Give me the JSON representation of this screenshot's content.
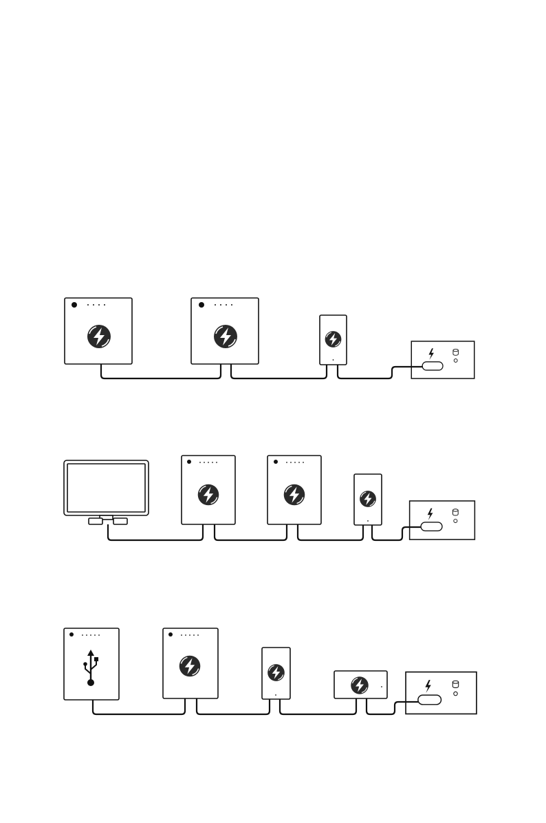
{
  "page": {
    "background": "#ffffff",
    "ink": "#111111"
  },
  "icons": {
    "thunderbolt": "thunderbolt-logo-icon",
    "usb": "usb-trident-icon",
    "disk": "disk-cylinder-icon",
    "port": "thunderbolt-port-icon"
  },
  "diagrams": [
    {
      "name": "chain-1",
      "devices": [
        "thunderbolt-storage",
        "thunderbolt-storage",
        "thunderbolt-portable-drive",
        "host-port-panel"
      ]
    },
    {
      "name": "chain-2",
      "devices": [
        "monitor",
        "thunderbolt-storage",
        "thunderbolt-storage",
        "thunderbolt-portable-drive",
        "host-port-panel"
      ]
    },
    {
      "name": "chain-3",
      "devices": [
        "usb-storage",
        "thunderbolt-storage",
        "thunderbolt-portable-drive",
        "thunderbolt-adapter",
        "host-port-panel"
      ]
    }
  ]
}
